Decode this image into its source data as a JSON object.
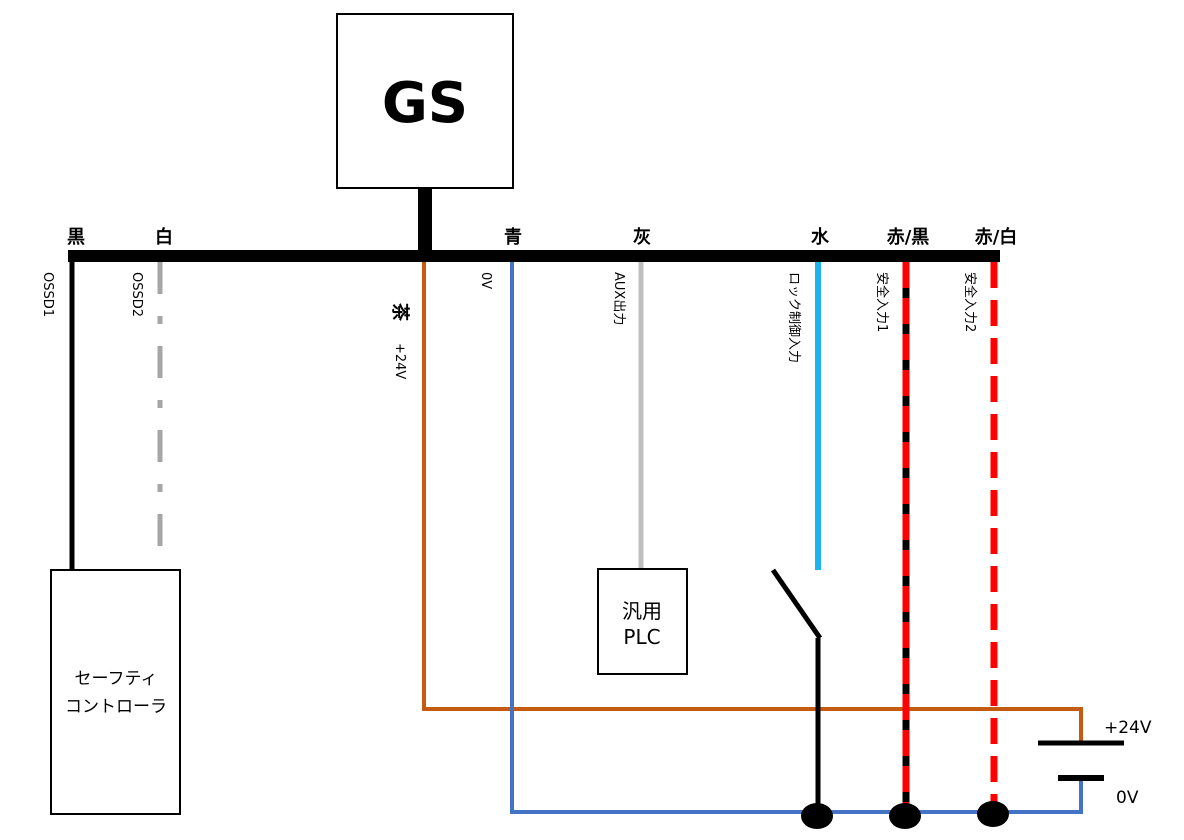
{
  "gs_box": {
    "label": "GS"
  },
  "wire_colors": {
    "black": "黒",
    "white": "白",
    "brown": "茶",
    "blue": "青",
    "gray": "灰",
    "light_blue": "水",
    "red_black": "赤/黒",
    "red_white": "赤/白"
  },
  "signals": {
    "osd1": "OSSD1",
    "osd2": "OSSD2",
    "plus24v": "+24V",
    "zero_v": "0V",
    "aux_out": "AUX出力",
    "lock_control": "ロック制御入力",
    "safety_in1": "安全入力1",
    "safety_in2": "安全入力2"
  },
  "safety_controller": {
    "line1": "セーフティ",
    "line2": "コントローラ"
  },
  "plc": {
    "line1": "汎用",
    "line2": "PLC"
  },
  "power_supply": {
    "plus": "+24V",
    "minus": "0V"
  },
  "colors": {
    "black": "#000000",
    "white_wire": "#a6a6a6",
    "brown": "#c55a11",
    "blue": "#4472c4",
    "gray": "#bfbfbf",
    "light_blue": "#1fb4ec",
    "red": "#ff0000"
  }
}
